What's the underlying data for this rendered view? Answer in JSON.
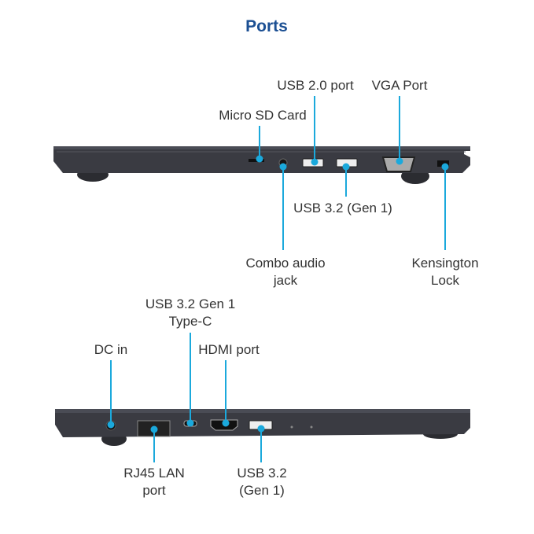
{
  "title": "Ports",
  "colors": {
    "title": "#1b4f93",
    "leader": "#1ba9dc",
    "body": "#3a3b42"
  },
  "right_side": {
    "labels": {
      "usb20": "USB 2.0 port",
      "vga": "VGA Port",
      "microsd": "Micro SD Card",
      "usb32": "USB 3.2 (Gen 1)",
      "audio_line1": "Combo audio",
      "audio_line2": "jack",
      "kensington_line1": "Kensington",
      "kensington_line2": "Lock"
    }
  },
  "left_side": {
    "labels": {
      "typec_line1": "USB 3.2 Gen 1",
      "typec_line2": "Type-C",
      "dcin": "DC in",
      "hdmi": "HDMI port",
      "rj45_line1": "RJ45 LAN",
      "rj45_line2": "port",
      "usb32_line1": "USB 3.2",
      "usb32_line2": "(Gen 1)"
    }
  }
}
